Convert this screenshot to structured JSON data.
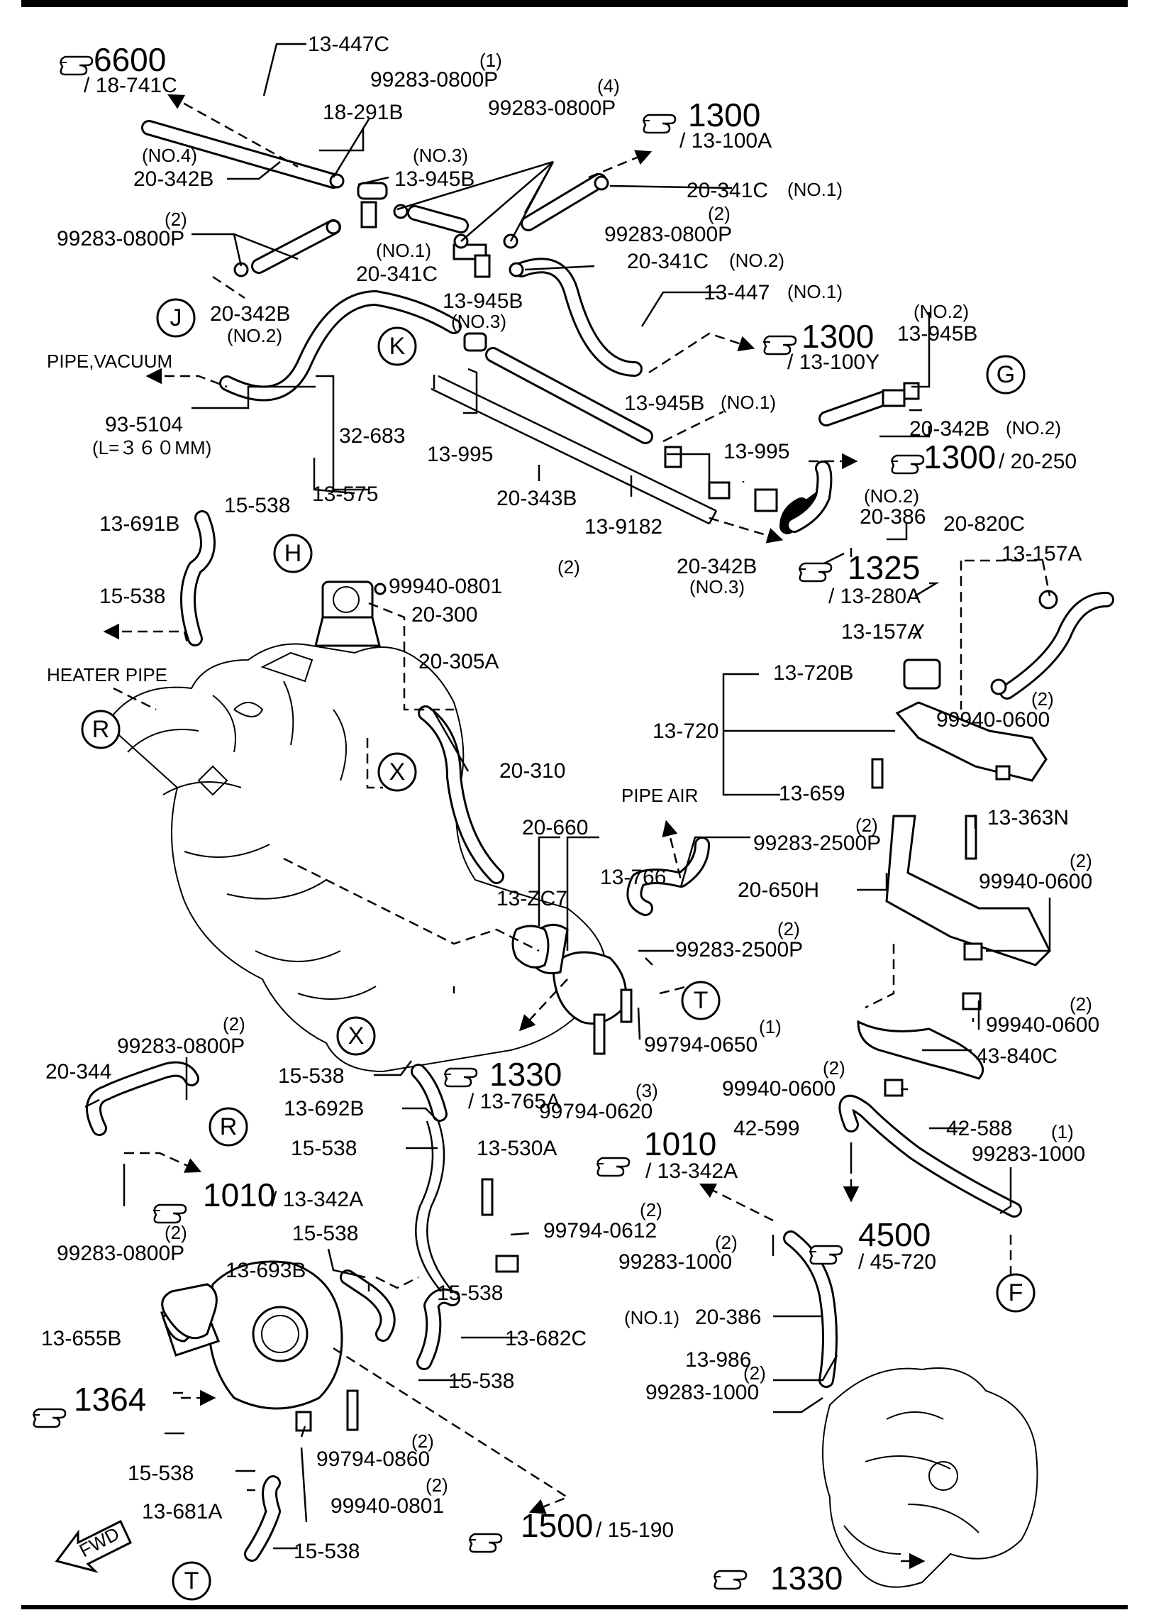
{
  "labels": {
    "ref_6600": "6600",
    "ref_18_741c": "/ 18-741C",
    "p_13_447c": "13-447C",
    "q1_a": "(1)",
    "p_99283_0800p_a": "99283-0800P",
    "p_18_291b": "18-291B",
    "q4_a": "(4)",
    "p_99283_0800p_b": "99283-0800P",
    "ref_1300_a": "1300",
    "ref_13_100a": "/ 13-100A",
    "no4": "(NO.4)",
    "p_20_342b_a": "20-342B",
    "no3_a": "(NO.3)",
    "p_13_945b_a": "13-945B",
    "p_20_341c_a": "20-341C",
    "no1_a": "(NO.1)",
    "q2_a": "(2)",
    "p_99283_0800p_c": "99283-0800P",
    "q2_b": "(2)",
    "p_99283_0800p_d": "99283-0800P",
    "no1_b": "(NO.1)",
    "p_20_341c_b": "20-341C",
    "p_20_341c_c": "20-341C",
    "no2_a": "(NO.2)",
    "p_13_945b_b": "13-945B",
    "no3_b": "(NO.3)",
    "p_20_342b_b": "20-342B",
    "no2_b": "(NO.2)",
    "p_13_447": "13-447",
    "no1_c": "(NO.1)",
    "ref_1300_b": "1300",
    "ref_13_100y": "/ 13-100Y",
    "no2_c": "(NO.2)",
    "p_13_945b_c": "13-945B",
    "pipe_vacuum": "PIPE,VACUUM",
    "p_93_5104": "93-5104",
    "len": "(L=３６０MM)",
    "p_32_683": "32-683",
    "p_13_575": "13-575",
    "p_13_995_a": "13-995",
    "p_13_945b_d": "13-945B",
    "no1_d": "(NO.1)",
    "p_20_342b_c": "20-342B",
    "no2_d": "(NO.2)",
    "p_13_995_b": "13-995",
    "ref_1300_c": "1300",
    "ref_20_250": "/ 20-250",
    "p_20_343b": "20-343B",
    "p_13_9182": "13-9182",
    "no2_e": "(NO.2)",
    "p_20_386_a": "20-386",
    "p_13_691b": "13-691B",
    "p_15_538_a": "15-538",
    "q2_c": "(2)",
    "p_99940_0801_a": "99940-0801",
    "p_20_300": "20-300",
    "p_20_342b_d": "20-342B",
    "no3_c": "(NO.3)",
    "ref_1325": "1325",
    "ref_13_280a": "/ 13-280A",
    "p_20_820c": "20-820C",
    "p_13_157a_a": "13-157A",
    "p_15_538_b": "15-538",
    "p_20_305a": "20-305A",
    "heater_pipe": "HEATER PIPE",
    "p_13_157a_b": "13-157A",
    "p_13_720b": "13-720B",
    "q2_d": "(2)",
    "p_99940_0600_a": "99940-0600",
    "p_13_720": "13-720",
    "p_20_310": "20-310",
    "p_13_659": "13-659",
    "pipe_air": "PIPE AIR",
    "p_20_660": "20-660",
    "q2_e": "(2)",
    "p_99283_2500p_a": "99283-2500P",
    "p_13_363n": "13-363N",
    "p_13_766": "13-766",
    "p_13_zc7": "13-ZC7",
    "q2_f": "(2)",
    "p_99940_0600_b": "99940-0600",
    "p_20_650h": "20-650H",
    "q2_g": "(2)",
    "p_99283_2500p_b": "99283-2500P",
    "q2_h": "(2)",
    "p_99940_0600_c": "99940-0600",
    "q1_b": "(1)",
    "p_99794_0650": "99794-0650",
    "p_43_840c": "43-840C",
    "q2_i": "(2)",
    "p_99283_0800p_e": "99283-0800P",
    "p_20_344": "20-344",
    "p_15_538_c": "15-538",
    "ref_1330_a": "1330",
    "ref_13_765a": "/ 13-765A",
    "q2_j": "(2)",
    "p_99940_0600_d": "99940-0600",
    "p_13_692b": "13-692B",
    "q3": "(3)",
    "p_99794_0620": "99794-0620",
    "p_42_599": "42-599",
    "p_42_588": "42-588",
    "q1_c": "(1)",
    "p_99283_1000_a": "99283-1000",
    "p_15_538_d": "15-538",
    "p_13_530a": "13-530A",
    "ref_1010_a": "1010",
    "ref_13_342a_a": "/ 13-342A",
    "ref_1010_b": "1010",
    "ref_13_342a_b": "/ 13-342A",
    "q2_k": "(2)",
    "p_99794_0612": "99794-0612",
    "ref_4500": "4500",
    "ref_45_720": "/ 45-720",
    "q2_l": "(2)",
    "p_99283_0800p_f": "99283-0800P",
    "q2_m": "(2)",
    "p_99283_1000_b": "99283-1000",
    "p_15_538_e": "15-538",
    "p_13_693b": "13-693B",
    "p_15_538_f": "15-538",
    "no1_e": "(NO.1)",
    "p_20_386_b": "20-386",
    "p_13_655b": "13-655B",
    "p_13_682c": "13-682C",
    "p_13_986": "13-986",
    "p_15_538_g": "15-538",
    "q2_n": "(2)",
    "p_99283_1000_c": "99283-1000",
    "ref_1364": "1364",
    "q2_o": "(2)",
    "p_99794_0860": "99794-0860",
    "p_15_538_h": "15-538",
    "q2_p": "(2)",
    "p_99940_0801_b": "99940-0801",
    "p_13_681a": "13-681A",
    "ref_1500": "1500",
    "ref_15_190": "/ 15-190",
    "p_15_538_i": "15-538",
    "ref_1330_b": "1330",
    "fwd": "FWD"
  },
  "circles": {
    "J": "J",
    "K": "K",
    "G": "G",
    "H": "H",
    "R1": "R",
    "X1": "X",
    "T1": "T",
    "X2": "X",
    "R2": "R",
    "F": "F",
    "T2": "T"
  },
  "icons": {
    "reference": "pointing-hand-icon"
  },
  "colors": {
    "ink": "#000000",
    "paper": "#ffffff"
  }
}
